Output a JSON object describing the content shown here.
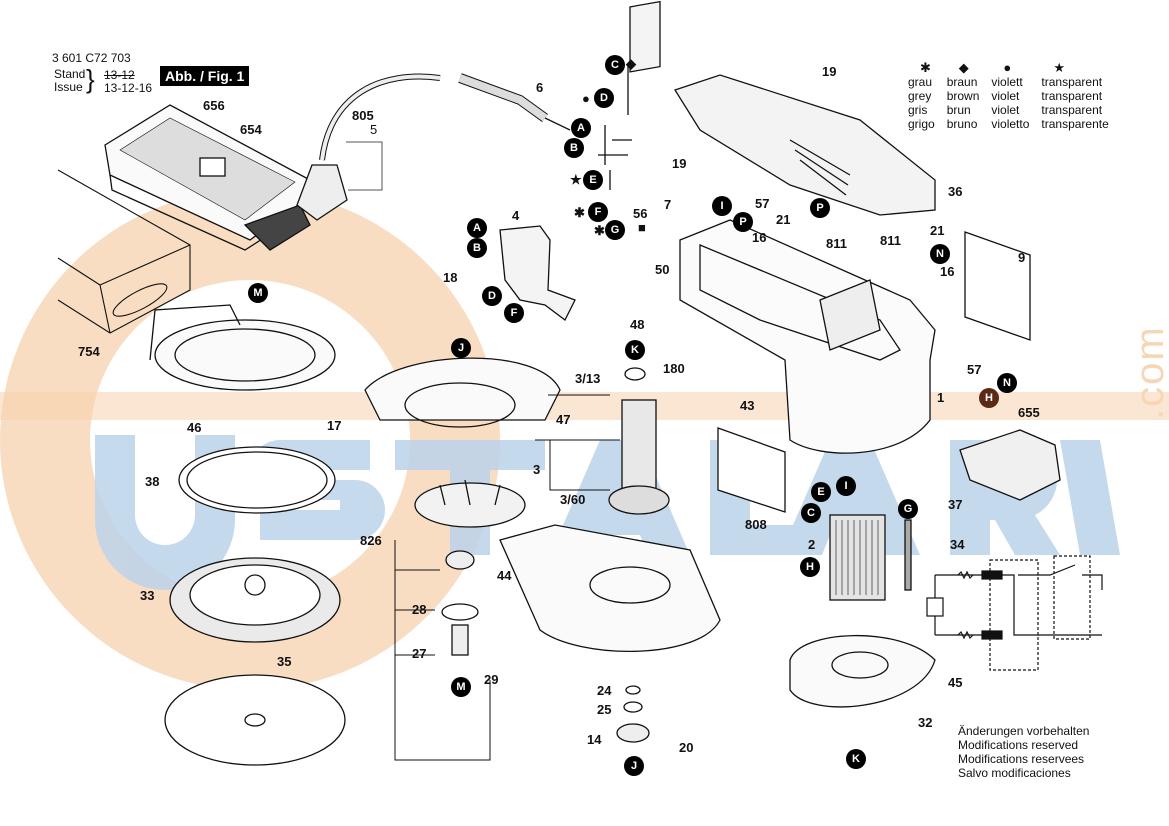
{
  "header": {
    "part_number": "3 601 C72 703",
    "stand_label": "Stand",
    "issue_label": "Issue",
    "old_date": "13-12",
    "new_date": "13-12-16",
    "figure_label": "Abb. / Fig. 1"
  },
  "color_legend": {
    "symbols": [
      "✱",
      "◆",
      "●",
      "★"
    ],
    "rows": [
      [
        "grau",
        "braun",
        "violett",
        "transparent"
      ],
      [
        "grey",
        "brown",
        "violet",
        "transparent"
      ],
      [
        "gris",
        "brun",
        "violet",
        "transparent"
      ],
      [
        "grigo",
        "bruno",
        "violetto",
        "transparente"
      ]
    ]
  },
  "footer": {
    "lines": [
      "Änderungen vorbehalten",
      "Modifications reserved",
      "Modifications reservees",
      "Salvo modificaciones"
    ]
  },
  "watermark": {
    "text": "USTALARA",
    "suffix": ".com",
    "color_blue": "#bcd3ea",
    "color_orange": "#f5d2ad"
  },
  "callouts": {
    "c656": "656",
    "c654": "654",
    "c754": "754",
    "c805": "805",
    "c5": "5",
    "c6": "6",
    "c4": "4",
    "c18": "18",
    "c56": "56",
    "c19a": "19",
    "c19b": "19",
    "c36": "36",
    "c7": "7",
    "c57a": "57",
    "c21a": "21",
    "c16a": "16",
    "c811a": "811",
    "c811b": "811",
    "c21b": "21",
    "c16b": "16",
    "c9": "9",
    "c57b": "57",
    "c50": "50",
    "c48": "48",
    "c180": "180",
    "c43": "43",
    "c1": "1",
    "c655": "655",
    "c37": "37",
    "c808": "808",
    "c2": "2",
    "c34": "34",
    "c45": "45",
    "c32": "32",
    "c313": "3/13",
    "c3": "3",
    "c360": "3/60",
    "c47": "47",
    "c46": "46",
    "c17": "17",
    "c38": "38",
    "c826": "826",
    "c44": "44",
    "c28": "28",
    "c27": "27",
    "c29": "29",
    "c33": "33",
    "c35": "35",
    "c24": "24",
    "c25": "25",
    "c14": "14",
    "c20": "20"
  },
  "badges": {
    "A1": "A",
    "B1": "B",
    "C1": "C",
    "D1": "D",
    "E1": "E",
    "F1": "F",
    "G1": "G",
    "A2": "A",
    "B2": "B",
    "D2": "D",
    "F2": "F",
    "I1": "I",
    "P1": "P",
    "P2": "P",
    "N1": "N",
    "N2": "N",
    "H1": "H",
    "M1": "M",
    "J1": "J",
    "K1": "K",
    "E2": "E",
    "I2": "I",
    "C2": "C",
    "G2": "G",
    "H2": "H",
    "M2": "M",
    "J2": "J",
    "K2": "K"
  },
  "marks": {
    "star": "★",
    "asterisk": "✱",
    "diamond": "◆",
    "dot": "●",
    "square": "■"
  }
}
